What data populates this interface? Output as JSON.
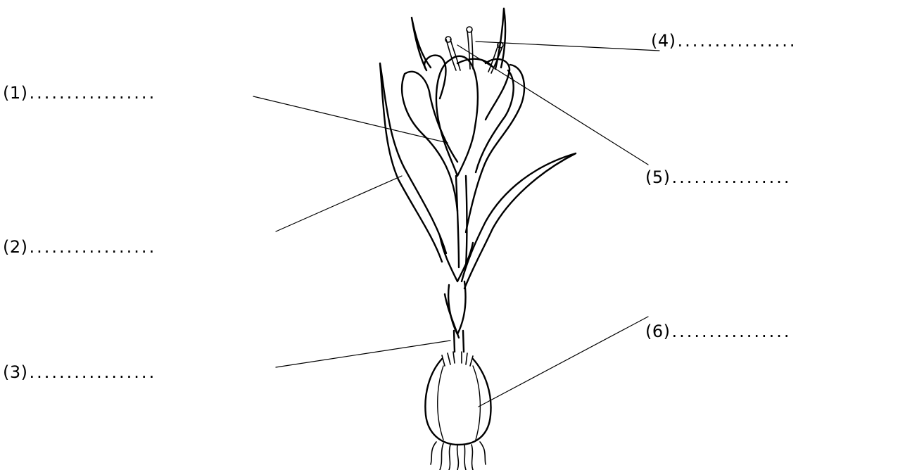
{
  "labels": [
    {
      "id": 1,
      "number": "(1)",
      "blank": "................."
    },
    {
      "id": 2,
      "number": "(2)",
      "blank": "................."
    },
    {
      "id": 3,
      "number": "(3)",
      "blank": "................."
    },
    {
      "id": 4,
      "number": "(4)",
      "blank": "................"
    },
    {
      "id": 5,
      "number": "(5)",
      "blank": "................"
    },
    {
      "id": 6,
      "number": "(6)",
      "blank": "................"
    }
  ],
  "colors": {
    "ink": "#000000",
    "background": "#ffffff"
  },
  "figure": {
    "subject": "crocus-plant-with-corm"
  }
}
